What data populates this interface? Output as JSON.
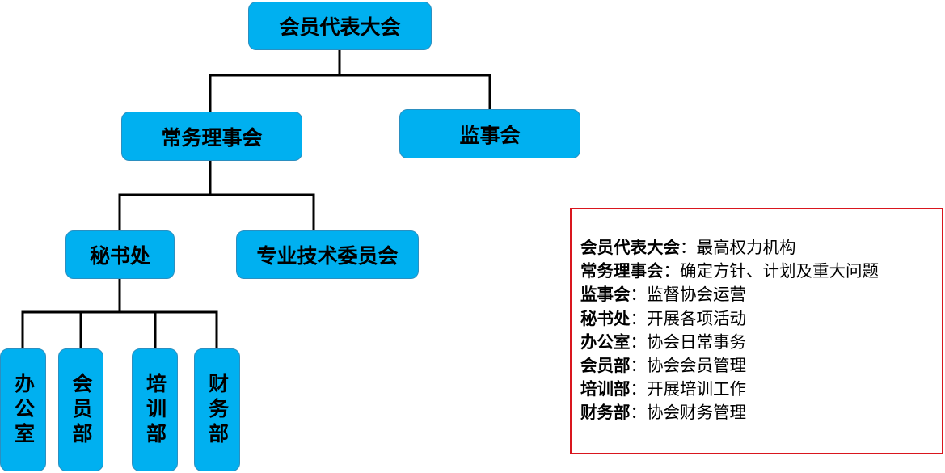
{
  "nodes": {
    "general_assembly": "会员代表大会",
    "standing_council": "常务理事会",
    "supervisory_board": "监事会",
    "secretariat": "秘书处",
    "tech_committee": "专业技术委员会",
    "office": "办公室",
    "membership_dept": "会员部",
    "training_dept": "培训部",
    "finance_dept": "财务部"
  },
  "legend": [
    {
      "term": "会员代表大会",
      "sep": "：",
      "desc": "最高权力机构"
    },
    {
      "term": "常务理事会",
      "sep": "：",
      "desc": "确定方针、计划及重大问题"
    },
    {
      "term": "监事会",
      "sep": "：",
      "desc": "监督协会运营"
    },
    {
      "term": "秘书处",
      "sep": "：",
      "desc": "开展各项活动"
    },
    {
      "term": "办公室",
      "sep": "：",
      "desc": "协会日常事务"
    },
    {
      "term": "会员部",
      "sep": "：",
      "desc": "协会会员管理"
    },
    {
      "term": "培训部",
      "sep": "：",
      "desc": "开展培训工作"
    },
    {
      "term": "财务部",
      "sep": "：",
      "desc": "协会财务管理"
    }
  ],
  "colors": {
    "node_fill": "#00b0f0",
    "legend_border": "#d9161e",
    "connector": "#000000"
  }
}
